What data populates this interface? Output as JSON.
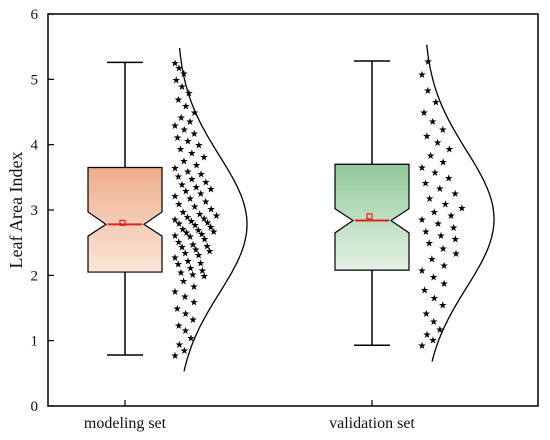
{
  "chart_data": {
    "type": "box",
    "title": "",
    "xlabel": "",
    "ylabel": "Leaf Area Index",
    "ylim": [
      0,
      6
    ],
    "yticks": [
      "0",
      "1",
      "2",
      "3",
      "4",
      "5",
      "6"
    ],
    "categories": [
      "modeling set",
      "validation set"
    ],
    "grid": false,
    "legend": "none",
    "series": [
      {
        "category": "modeling set",
        "color_top": "#eeae8c",
        "color_bottom": "#fbe6d8",
        "whisker_min": 0.78,
        "q1": 2.05,
        "notch_low": 2.6,
        "median": 2.78,
        "mean": 2.78,
        "notch_high": 2.97,
        "q3": 3.65,
        "whisker_max": 5.26,
        "points": [
          0.78,
          0.86,
          0.95,
          1.05,
          1.16,
          1.24,
          1.33,
          1.42,
          1.5,
          1.6,
          1.68,
          1.76,
          1.84,
          1.92,
          2.0,
          2.02,
          2.05,
          2.08,
          2.12,
          2.18,
          2.2,
          2.23,
          2.28,
          2.32,
          2.35,
          2.38,
          2.4,
          2.44,
          2.46,
          2.48,
          2.52,
          2.56,
          2.6,
          2.62,
          2.64,
          2.66,
          2.68,
          2.7,
          2.72,
          2.75,
          2.78,
          2.8,
          2.82,
          2.84,
          2.86,
          2.88,
          2.9,
          2.92,
          2.95,
          2.98,
          3.02,
          3.06,
          3.1,
          3.14,
          3.18,
          3.22,
          3.26,
          3.3,
          3.33,
          3.36,
          3.4,
          3.44,
          3.48,
          3.52,
          3.56,
          3.6,
          3.65,
          3.7,
          3.76,
          3.82,
          3.88,
          3.94,
          4.0,
          4.06,
          4.12,
          4.18,
          4.24,
          4.3,
          4.36,
          4.42,
          4.5,
          4.6,
          4.7,
          4.8,
          4.9,
          5.0,
          5.1,
          5.18,
          5.26
        ]
      },
      {
        "category": "validation set",
        "color_top": "#93c99a",
        "color_bottom": "#e3f2e4",
        "whisker_min": 0.93,
        "q1": 2.08,
        "notch_low": 2.65,
        "median": 2.84,
        "mean": 2.88,
        "notch_high": 3.02,
        "q3": 3.7,
        "whisker_max": 5.28,
        "points": [
          0.93,
          1.02,
          1.1,
          1.18,
          1.3,
          1.42,
          1.55,
          1.66,
          1.78,
          1.88,
          1.98,
          2.08,
          2.16,
          2.26,
          2.34,
          2.42,
          2.5,
          2.56,
          2.62,
          2.68,
          2.74,
          2.8,
          2.86,
          2.92,
          2.98,
          3.04,
          3.1,
          3.18,
          3.26,
          3.34,
          3.42,
          3.5,
          3.58,
          3.66,
          3.74,
          3.84,
          3.94,
          4.04,
          4.14,
          4.24,
          4.36,
          4.5,
          4.66,
          4.84,
          5.08,
          5.28
        ]
      }
    ]
  }
}
